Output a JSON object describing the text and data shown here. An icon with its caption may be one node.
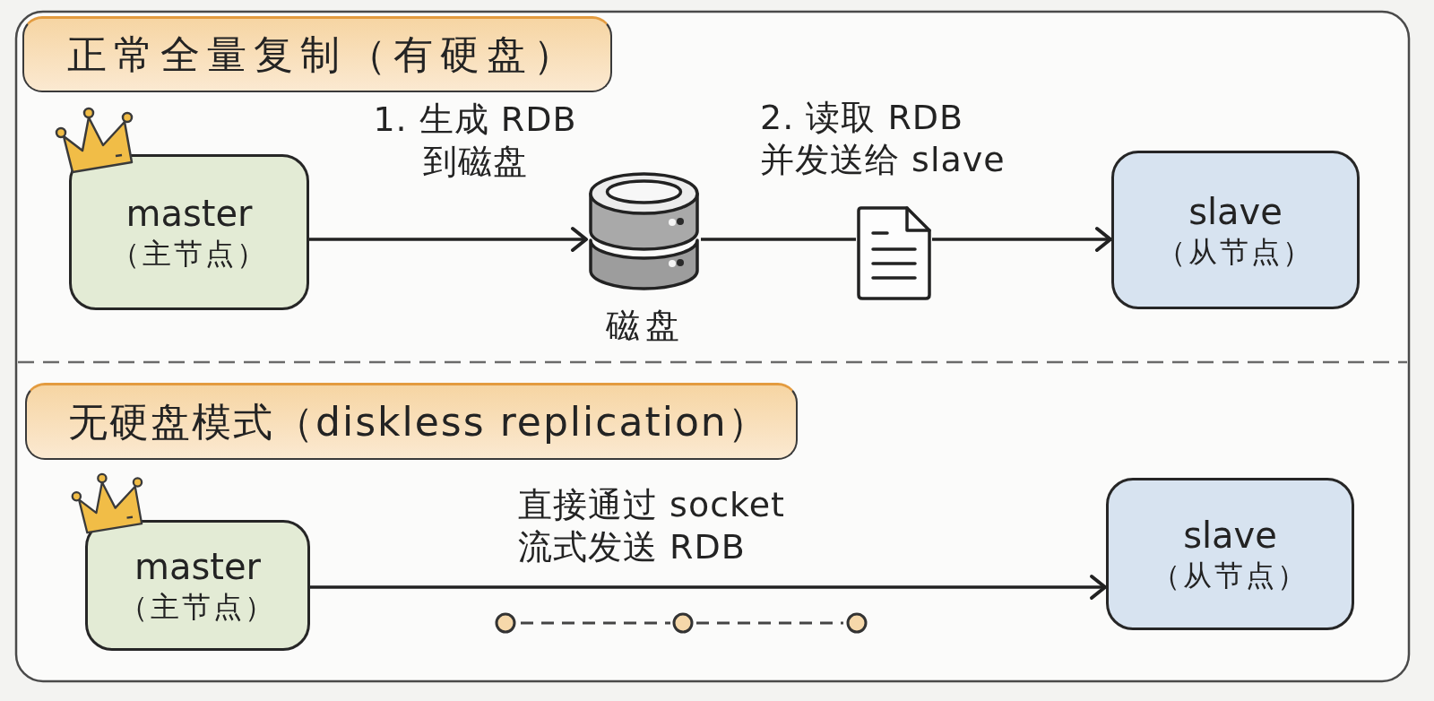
{
  "diagram": {
    "nodes": [
      {
        "text": [
          "正常全量复制（有硬盘）"
        ]
      },
      {
        "text": [
          "master",
          "（主节点）"
        ]
      },
      {
        "text": [],
        "shape": "cylinder",
        "beside": [
          "磁盘"
        ]
      },
      {
        "text": [],
        "shape": "document",
        "beside": [
          "2. 读取 RDB 并发送给 slave"
        ]
      },
      {
        "text": [
          "slave",
          "（从节点）"
        ]
      },
      {
        "text": [
          "无硬盘模式（diskless replication）"
        ]
      },
      {
        "text": [
          "master",
          "（主节点）"
        ]
      },
      {
        "text": [
          "slave",
          "（从节点）"
        ]
      }
    ],
    "edges": [
      {
        "from": 1,
        "to": 2,
        "arrow": "to",
        "label": "1. 生成 RDB 到磁盘"
      },
      {
        "from": 2,
        "to": 3,
        "arrow": "none"
      },
      {
        "from": 3,
        "to": 4,
        "arrow": "to"
      },
      {
        "from": 6,
        "to": 7,
        "arrow": "to",
        "label": "直接通过 socket 流式发送 RDB"
      }
    ]
  }
}
